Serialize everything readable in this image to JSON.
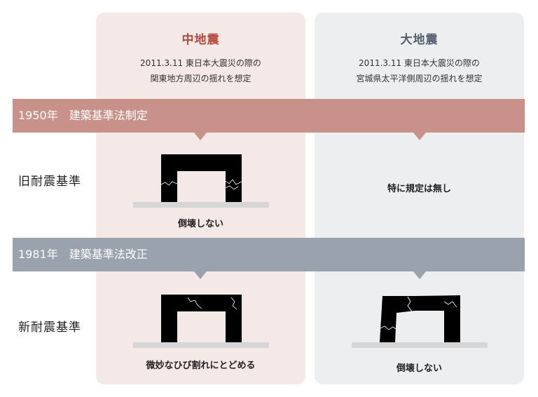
{
  "columns": [
    {
      "title": "中地震",
      "desc_line1": "2011.3.11 東日本大震災の際の",
      "desc_line2": "関東地方周辺の揺れを想定"
    },
    {
      "title": "大地震",
      "desc_line1": "2011.3.11 東日本大震災の際の",
      "desc_line2": "宮城県太平洋側周辺の揺れを想定"
    }
  ],
  "bands": [
    {
      "label": "1950年　建築基準法制定"
    },
    {
      "label": "1981年　建築基準法改正"
    }
  ],
  "rows": [
    {
      "label": "旧耐震基準",
      "mid_caption": "倒壊しない",
      "large_caption": "特に規定は無し"
    },
    {
      "label": "新耐震基準",
      "mid_caption": "微妙なひび割れにとどめる",
      "large_caption": "倒壊しない"
    }
  ],
  "colors": {
    "mid_panel": "#f4e9e6",
    "large_panel": "#eceef0",
    "band_1950": "#c8918a",
    "band_1981": "#99a2ad",
    "mid_title": "#b5493b",
    "large_title": "#56606c",
    "frame": "#000000",
    "ground": "#d6d6d6"
  },
  "icons": [
    "building-frame-cracked-columns",
    "building-frame-minor-cracks",
    "building-frame-tilted"
  ]
}
